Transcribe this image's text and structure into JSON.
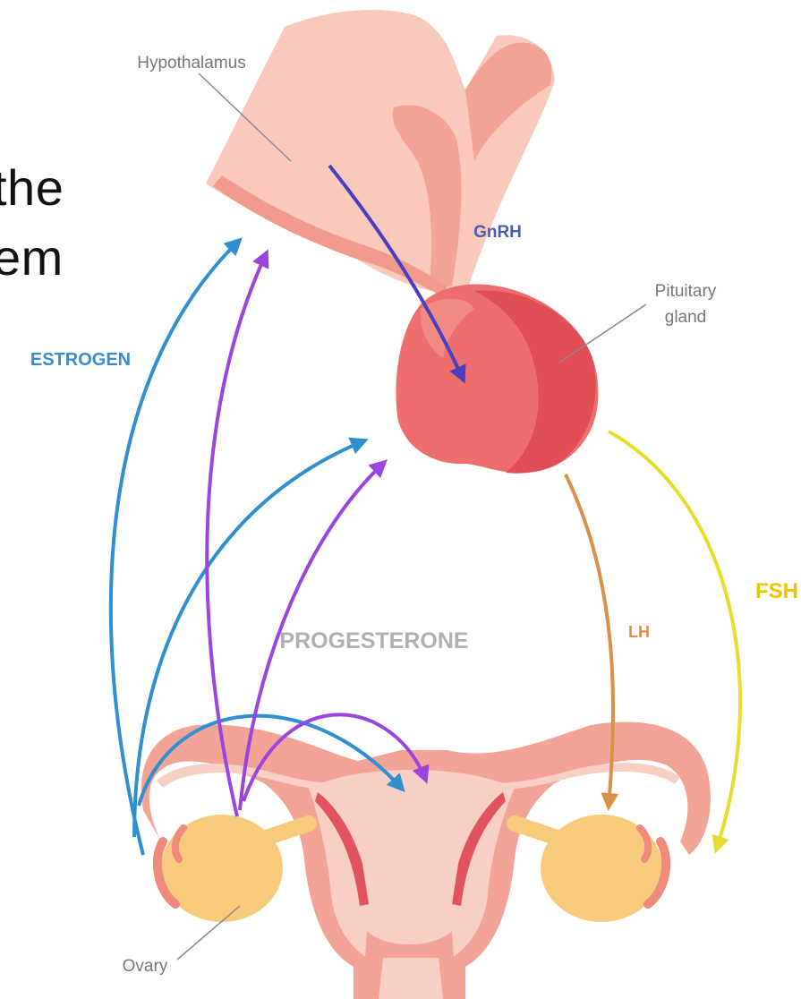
{
  "slide_text": {
    "line1": "the",
    "line2": "em"
  },
  "labels": {
    "hypothalamus": "Hypothalamus",
    "gnrh": "GnRH",
    "pituitary_line1": "Pituitary",
    "pituitary_line2": "gland",
    "estrogen": "ESTROGEN",
    "progesterone": "PROGESTERONE",
    "lh": "LH",
    "fsh": "FSH",
    "ovary": "Ovary"
  },
  "colors": {
    "brain_light": "#f9c9bb",
    "brain_mid": "#f4a494",
    "pituitary": "#ee6e6e",
    "pituitary_dark": "#e24e55",
    "uterus_outer": "#f3a497",
    "uterus_inner": "#f8cfc4",
    "uterus_dark": "#e2545d",
    "ovary": "#f8cb7c",
    "gnrh_arrow": "#4a3fbf",
    "estrogen_arrow": "#2f8fd0",
    "progesterone_arrow": "#9a45e0",
    "lh_arrow": "#d9914a",
    "fsh_arrow": "#e8dc2e",
    "label_gray": "#777777",
    "progesterone_label": "#b0b0b0",
    "fsh_label": "#f2c200"
  }
}
